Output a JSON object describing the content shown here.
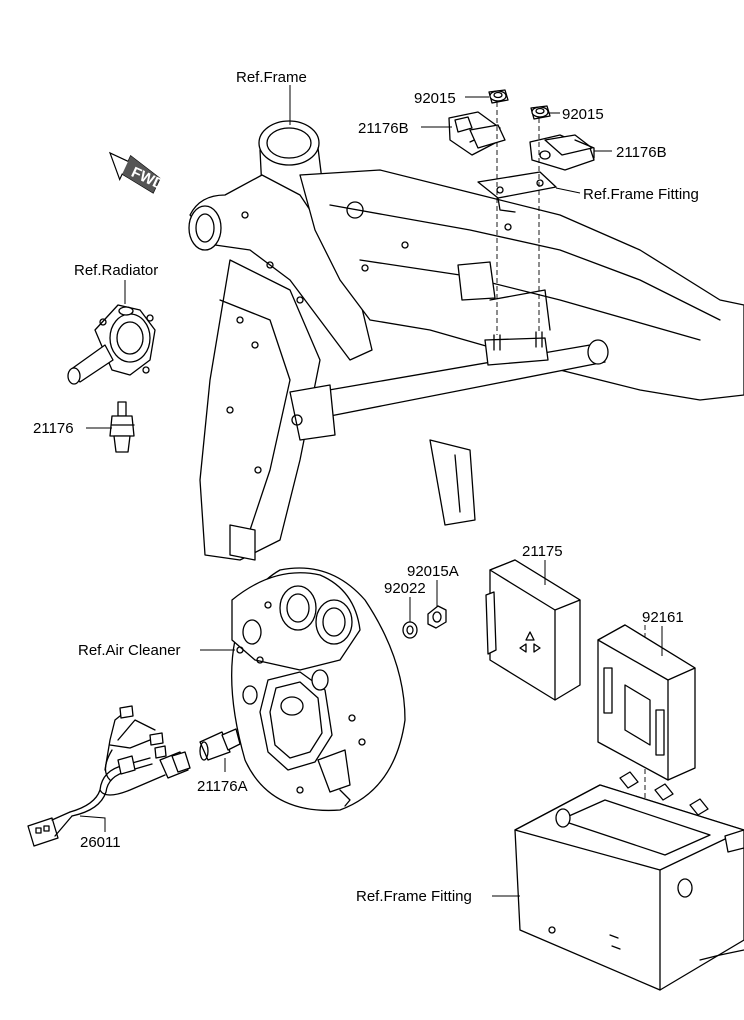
{
  "direction_badge": "FWD",
  "labels": {
    "ref_frame": "Ref.Frame",
    "ref_radiator": "Ref.Radiator",
    "ref_frame_fitting_top": "Ref.Frame Fitting",
    "ref_air_cleaner": "Ref.Air Cleaner",
    "ref_frame_fitting_bottom": "Ref.Frame Fitting",
    "p_92015_left": "92015",
    "p_92015_right": "92015",
    "p_21176B_left": "21176B",
    "p_21176B_right": "21176B",
    "p_21176": "21176",
    "p_21175": "21175",
    "p_92015A": "92015A",
    "p_92022": "92022",
    "p_92161": "92161",
    "p_21176A": "21176A",
    "p_26011": "26011"
  }
}
